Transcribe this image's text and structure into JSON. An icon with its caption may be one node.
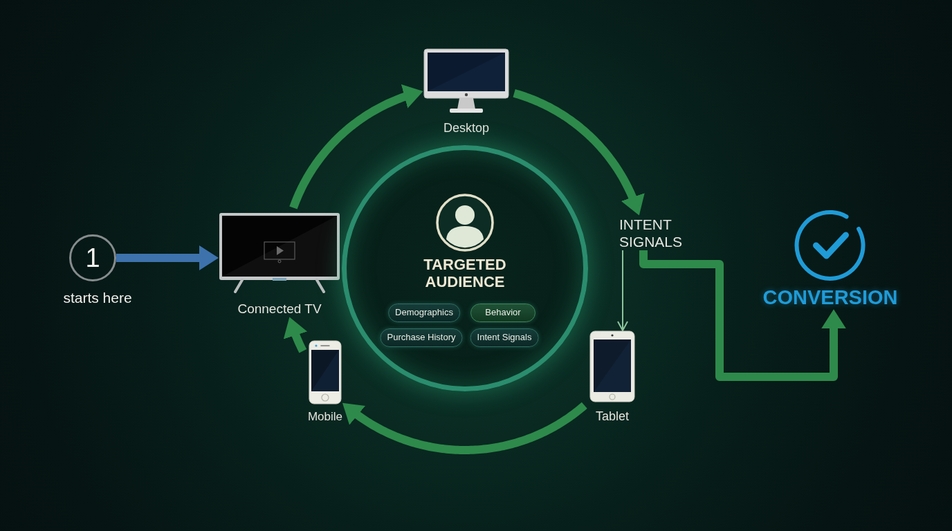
{
  "diagram": {
    "nodes": [
      {
        "text": [
          "1"
        ],
        "beside": [
          "starts here"
        ]
      },
      {
        "text": [
          "Connected TV"
        ]
      },
      {
        "text": [
          "Desktop"
        ]
      },
      {
        "text": [
          "INTENT SIGNALS"
        ]
      },
      {
        "text": [
          "Tablet"
        ]
      },
      {
        "text": [
          "Mobile"
        ]
      },
      {
        "text": [
          "TARGETED AUDIENCE"
        ]
      },
      {
        "text": [
          "Demographics"
        ],
        "in": 6
      },
      {
        "text": [
          "Behavior"
        ],
        "in": 6
      },
      {
        "text": [
          "Purchase History"
        ],
        "in": 6
      },
      {
        "text": [
          "Intent Signals"
        ],
        "in": 6
      },
      {
        "text": [
          "CONVERSION"
        ]
      }
    ],
    "edges": [
      {
        "from": 0,
        "to": 1,
        "arrow": "to",
        "color": "#3d72ad"
      },
      {
        "from": 1,
        "to": 2,
        "arrow": "to"
      },
      {
        "from": 2,
        "to": 3,
        "arrow": "to"
      },
      {
        "from": 3,
        "to": 4,
        "arrow": "to",
        "color": "#8cc49c"
      },
      {
        "from": 3,
        "to": 11,
        "arrow": "to"
      },
      {
        "from": 4,
        "to": 5,
        "arrow": "to"
      },
      {
        "from": 5,
        "to": 1,
        "arrow": "to"
      }
    ]
  }
}
